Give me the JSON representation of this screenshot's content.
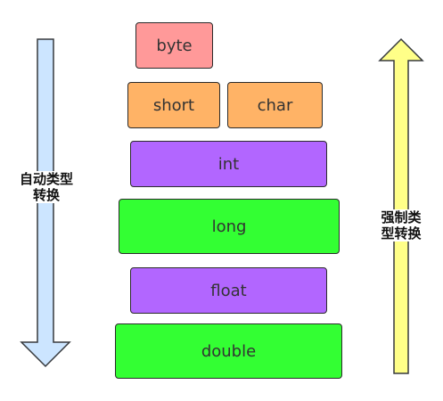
{
  "diagram": {
    "types": {
      "byte": "byte",
      "short": "short",
      "char": "char",
      "int": "int",
      "long": "long",
      "float": "float",
      "double": "double"
    },
    "left_arrow": {
      "label": "自动类型\n转换",
      "direction": "down",
      "fill": "#cce5ff",
      "stroke": "#36393d"
    },
    "right_arrow": {
      "label": "强制类\n型转换",
      "direction": "up",
      "fill": "#ffff88",
      "stroke": "#36393d"
    },
    "colors": {
      "byte": "#ff9999",
      "short": "#ffb366",
      "char": "#ffb366",
      "int": "#b266ff",
      "long": "#33ff33",
      "float": "#b266ff",
      "double": "#33ff33"
    }
  }
}
